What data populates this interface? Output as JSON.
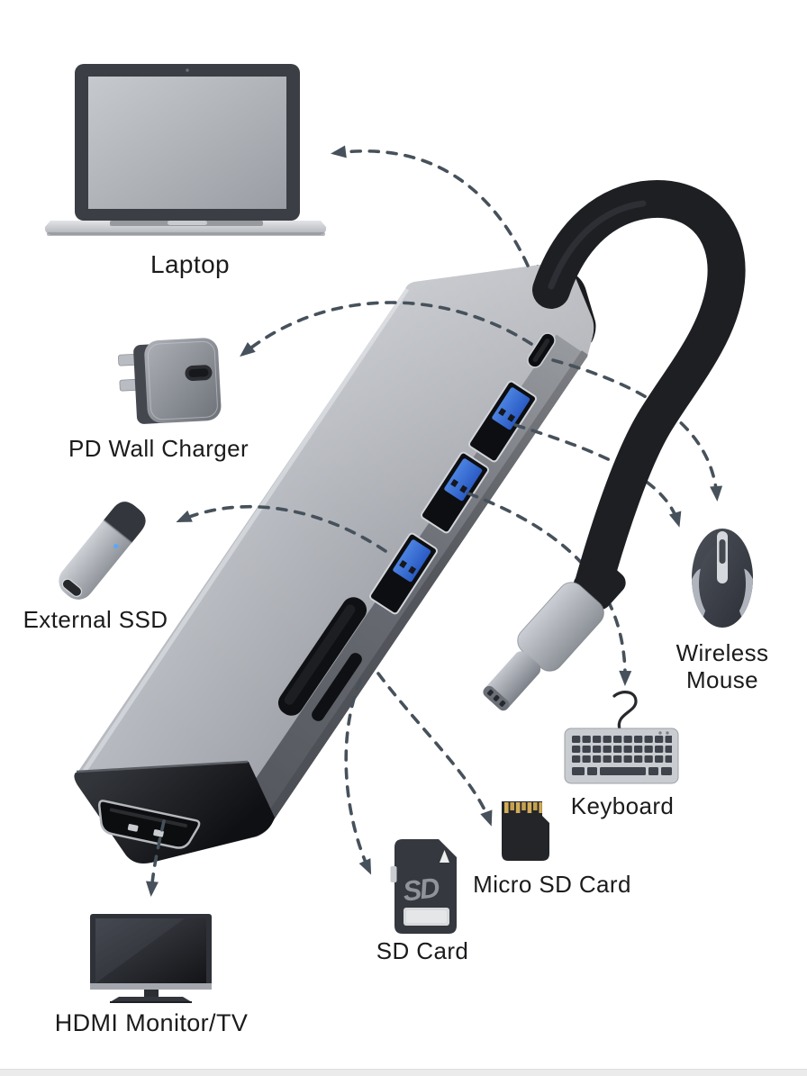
{
  "page": {
    "background": "#ffffff",
    "bottom_bar_color": "#ebebeb"
  },
  "hub": {
    "visible_ports": [
      "USB-C PD port",
      "USB-A port",
      "USB-A port",
      "USB-A port",
      "SD card slot",
      "Micro SD slot",
      "HDMI port"
    ],
    "cable": "attached USB-C cable with male USB-C connector"
  },
  "devices": [
    {
      "id": "laptop",
      "label": "Laptop"
    },
    {
      "id": "pd-wall-charger",
      "label": "PD Wall Charger"
    },
    {
      "id": "external-ssd",
      "label": "External SSD"
    },
    {
      "id": "wireless-mouse",
      "label": "Wireless Mouse"
    },
    {
      "id": "keyboard",
      "label": "Keyboard"
    },
    {
      "id": "micro-sd-card",
      "label": "Micro SD Card"
    },
    {
      "id": "sd-card",
      "label": "SD Card"
    },
    {
      "id": "hdmi-monitor-tv",
      "label": "HDMI Monitor/TV"
    }
  ],
  "sd_card": {
    "logo": "SD"
  },
  "colors": {
    "arrow": "#46515b",
    "hub_face_light": "#b2b5bb",
    "hub_face_dark": "#888c92",
    "usb_blue": "#2f6bd6",
    "cable": "#1d1f23",
    "label_text": "#1b1b1d"
  }
}
